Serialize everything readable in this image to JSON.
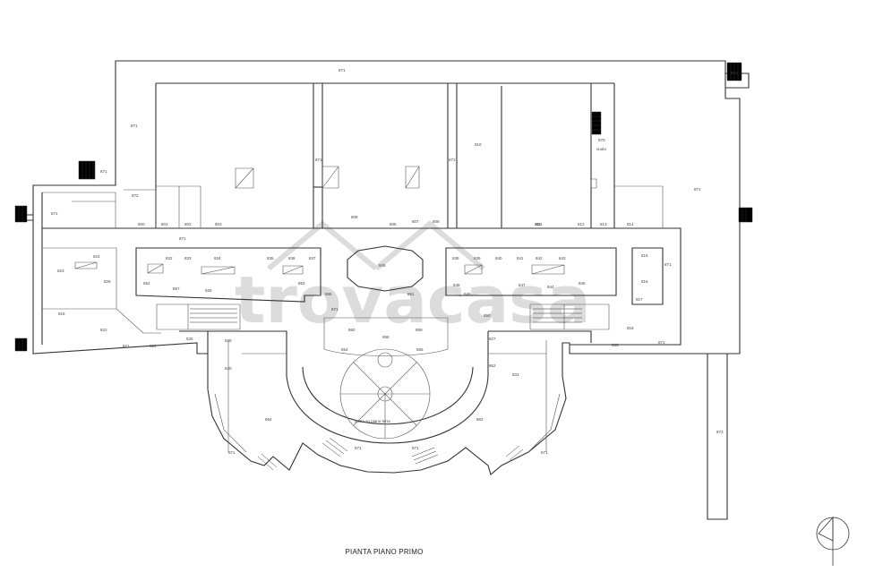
{
  "drawing": {
    "title": "PIANTA PIANO PRIMO",
    "watermark": "trovacasa",
    "void_label": "vuoto su piano terra",
    "vuoto_label": "vuoto",
    "colors": {
      "lines": "#333333",
      "watermark": "#dcdcdc",
      "background": "#ffffff"
    }
  },
  "rooms": [
    {
      "id": "top-corridor",
      "label": "871"
    },
    {
      "id": "left-block",
      "label": "871"
    },
    {
      "id": "stair-left",
      "label": "871"
    },
    {
      "id": "stair-right",
      "label": "871"
    },
    {
      "id": "right-wing",
      "label": "871"
    },
    {
      "id": "right-tail",
      "label": "873"
    },
    {
      "id": "r-870",
      "label": "870"
    },
    {
      "id": "r-872",
      "label": "872"
    },
    {
      "id": "r-800",
      "label": "800"
    },
    {
      "id": "r-801",
      "label": "801"
    },
    {
      "id": "r-802",
      "label": "802"
    },
    {
      "id": "r-803",
      "label": "803"
    },
    {
      "id": "r-806",
      "label": "806"
    },
    {
      "id": "r-807",
      "label": "807"
    },
    {
      "id": "r-808",
      "label": "808"
    },
    {
      "id": "r-809",
      "label": "809"
    },
    {
      "id": "r-810",
      "label": "810"
    },
    {
      "id": "r-811",
      "label": "811"
    },
    {
      "id": "r-812",
      "label": "812"
    },
    {
      "id": "r-813",
      "label": "813"
    },
    {
      "id": "r-814",
      "label": "814"
    },
    {
      "id": "r-815",
      "label": "815"
    },
    {
      "id": "r-816",
      "label": "816"
    },
    {
      "id": "r-817",
      "label": "817"
    },
    {
      "id": "r-818",
      "label": "818"
    },
    {
      "id": "r-819",
      "label": "819"
    },
    {
      "id": "r-820",
      "label": "820"
    },
    {
      "id": "r-821",
      "label": "821"
    },
    {
      "id": "r-822",
      "label": "822"
    },
    {
      "id": "r-823",
      "label": "823"
    },
    {
      "id": "r-824",
      "label": "824"
    },
    {
      "id": "r-825",
      "label": "825"
    },
    {
      "id": "r-826",
      "label": "826"
    },
    {
      "id": "r-827",
      "label": "827"
    },
    {
      "id": "r-828",
      "label": "828"
    },
    {
      "id": "r-829",
      "label": "829"
    },
    {
      "id": "r-830",
      "label": "830"
    },
    {
      "id": "r-831",
      "label": "831"
    },
    {
      "id": "r-832",
      "label": "832"
    },
    {
      "id": "r-833",
      "label": "833"
    },
    {
      "id": "r-834",
      "label": "834"
    },
    {
      "id": "r-835",
      "label": "835"
    },
    {
      "id": "r-836",
      "label": "836"
    },
    {
      "id": "r-837",
      "label": "837"
    },
    {
      "id": "r-838",
      "label": "838"
    },
    {
      "id": "r-839",
      "label": "839"
    },
    {
      "id": "r-840",
      "label": "840"
    },
    {
      "id": "r-841",
      "label": "841"
    },
    {
      "id": "r-842",
      "label": "842"
    },
    {
      "id": "r-843",
      "label": "843"
    },
    {
      "id": "r-844",
      "label": "844"
    },
    {
      "id": "r-845",
      "label": "845"
    },
    {
      "id": "r-846",
      "label": "846"
    },
    {
      "id": "r-847",
      "label": "847"
    },
    {
      "id": "r-848",
      "label": "848"
    },
    {
      "id": "r-849",
      "label": "849"
    },
    {
      "id": "r-850",
      "label": "850"
    },
    {
      "id": "r-851",
      "label": "851"
    },
    {
      "id": "r-852",
      "label": "852"
    },
    {
      "id": "r-853",
      "label": "853"
    },
    {
      "id": "r-854",
      "label": "854"
    },
    {
      "id": "r-855",
      "label": "855"
    },
    {
      "id": "r-856",
      "label": "856"
    },
    {
      "id": "r-857",
      "label": "857"
    },
    {
      "id": "r-858",
      "label": "858"
    },
    {
      "id": "r-859",
      "label": "859"
    },
    {
      "id": "r-860",
      "label": "860"
    },
    {
      "id": "r-861",
      "label": "861"
    },
    {
      "id": "r-862",
      "label": "862"
    },
    {
      "id": "r-863",
      "label": "863"
    },
    {
      "id": "r-864",
      "label": "864"
    },
    {
      "id": "r-865",
      "label": "865"
    },
    {
      "id": "r-866",
      "label": "866"
    },
    {
      "id": "r-867",
      "label": "867"
    },
    {
      "id": "r-868",
      "label": "868"
    },
    {
      "id": "r-869",
      "label": "869"
    }
  ]
}
